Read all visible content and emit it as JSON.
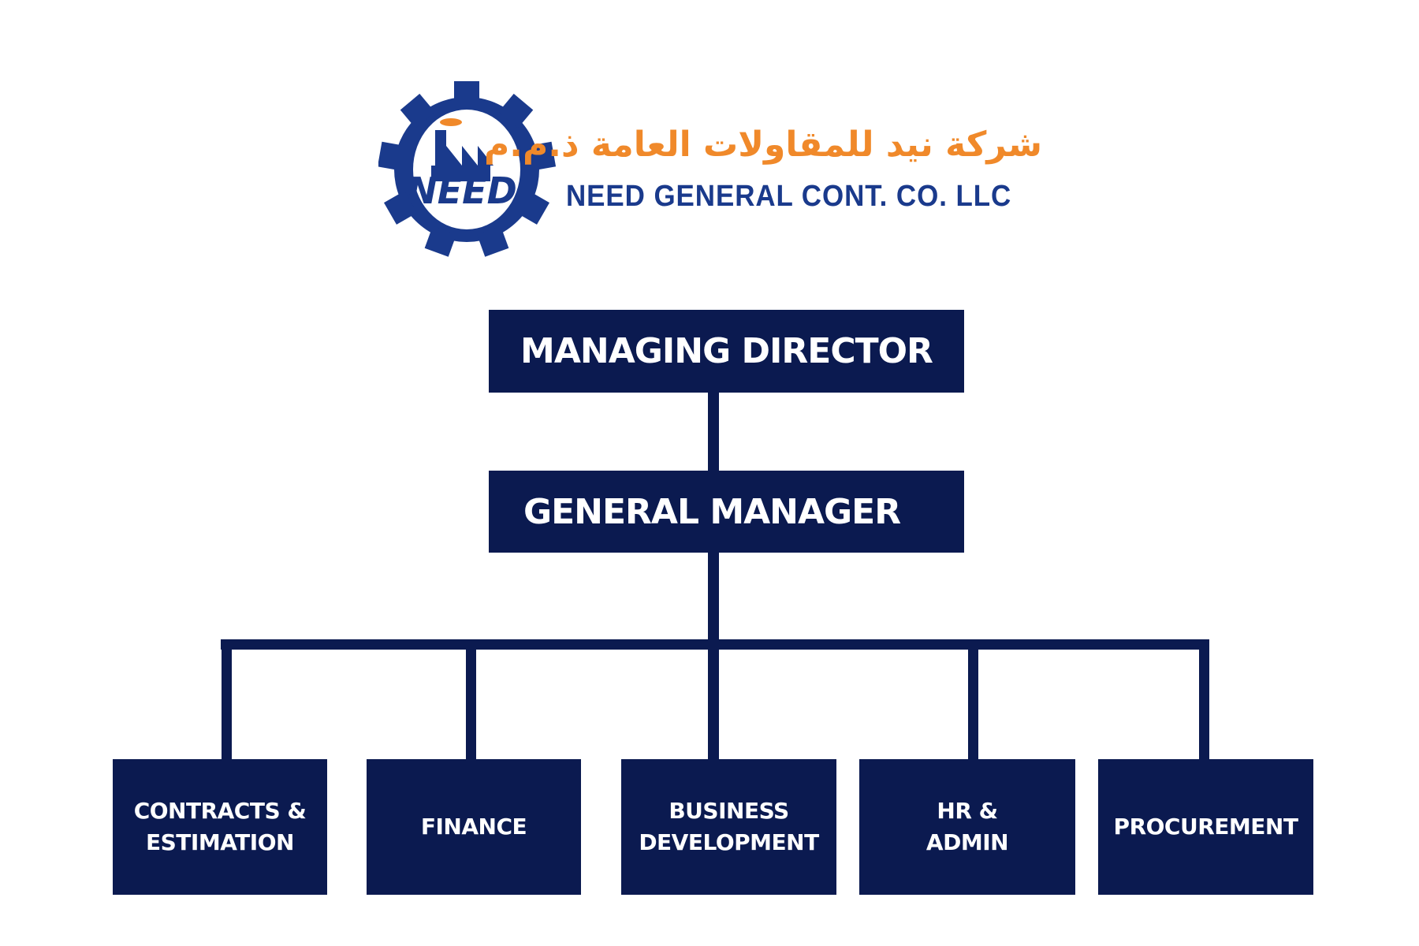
{
  "logo": {
    "mark_text": "NEED",
    "arabic_name": "شركة نيد للمقاولات العامة ذ.م.م",
    "english_name": "NEED GENERAL CONT. CO. LLC",
    "colors": {
      "blue": "#1a3a8c",
      "orange": "#f0892a"
    }
  },
  "chart": {
    "box_color": "#0b1a50",
    "managing_director": "MANAGING DIRECTOR",
    "general_manager": "GENERAL MANAGER",
    "departments": [
      {
        "line1": "CONTRACTS &",
        "line2": "ESTIMATION"
      },
      {
        "line1": "FINANCE",
        "line2": ""
      },
      {
        "line1": "BUSINESS",
        "line2": "DEVELOPMENT"
      },
      {
        "line1": "HR &",
        "line2": "ADMIN"
      },
      {
        "line1": "PROCUREMENT",
        "line2": ""
      }
    ]
  }
}
